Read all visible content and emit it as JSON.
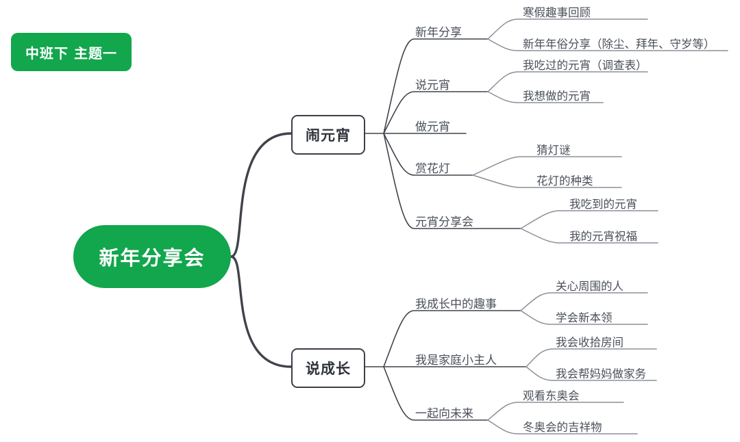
{
  "colors": {
    "brand_green": "#12A64D",
    "node_border": "#3b3f46",
    "link_main": "#3f434a",
    "link_thin": "#8a8f98",
    "text_dark": "#2f333a",
    "text_gray": "#4a4f58",
    "background": "#ffffff"
  },
  "badge": {
    "label": "中班下 主题一"
  },
  "root": {
    "label": "新年分享会"
  },
  "branches": [
    {
      "label": "闹元宵",
      "topics": [
        {
          "label": "新年分享",
          "leaves": [
            "寒假趣事回顾",
            "新年年俗分享（除尘、拜年、守岁等）"
          ]
        },
        {
          "label": "说元宵",
          "leaves": [
            "我吃过的元宵（调查表）",
            "我想做的元宵"
          ]
        },
        {
          "label": "做元宵",
          "leaves": []
        },
        {
          "label": "赏花灯",
          "leaves": [
            "猜灯谜",
            "花灯的种类"
          ]
        },
        {
          "label": "元宵分享会",
          "leaves": [
            "我吃到的元宵",
            "我的元宵祝福"
          ]
        }
      ]
    },
    {
      "label": "说成长",
      "topics": [
        {
          "label": "我成长中的趣事",
          "leaves": [
            "关心周围的人",
            "学会新本领"
          ]
        },
        {
          "label": "我是家庭小主人",
          "leaves": [
            "我会收拾房间",
            "我会帮妈妈做家务"
          ]
        },
        {
          "label": "一起向未来",
          "leaves": [
            "观看东奥会",
            "冬奥会的吉祥物"
          ]
        }
      ]
    }
  ]
}
